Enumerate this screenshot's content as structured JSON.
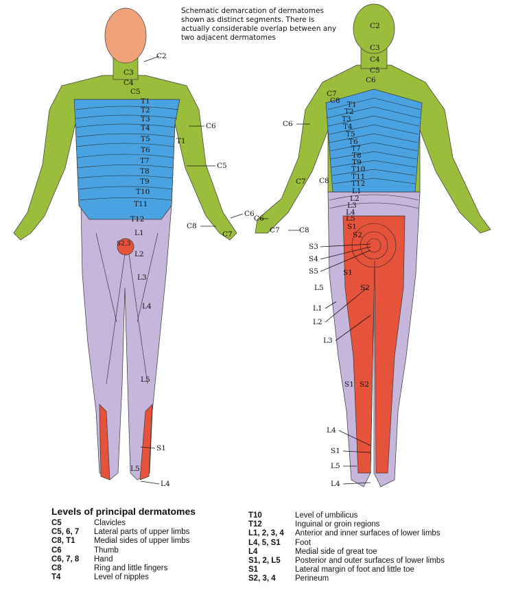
{
  "caption": "Schematic demarcation of dermatomes shown as distinct segments. There is actually considerable overlap between any two adjacent dermatomes",
  "colors": {
    "cervical": "#9bbd3c",
    "thoracic": "#4aa3e0",
    "lumbar": "#c7b6dc",
    "sacral": "#e5533a",
    "skin": "#f0a27a"
  },
  "front_labels": [
    "C2",
    "C3",
    "C4",
    "C5",
    "T1",
    "T2",
    "T3",
    "T4",
    "T5",
    "T6",
    "T7",
    "T8",
    "T9",
    "T10",
    "T11",
    "T12",
    "C6",
    "T1",
    "C5",
    "C6",
    "C8",
    "C7",
    "L1",
    "S2,3",
    "L2",
    "L3",
    "L4",
    "L5",
    "S1",
    "L5",
    "L4"
  ],
  "back_labels": [
    "C2",
    "C3",
    "C4",
    "C5",
    "C6",
    "C7",
    "C8",
    "T1",
    "T2",
    "T3",
    "T4",
    "T5",
    "T6",
    "T7",
    "T8",
    "T9",
    "T10",
    "T11",
    "T12",
    "L1",
    "L2",
    "L3",
    "L4",
    "L5",
    "S1",
    "S2",
    "S3",
    "S4",
    "S5",
    "C6",
    "C7",
    "C8",
    "C6",
    "C7",
    "C8",
    "L5",
    "S1",
    "S2",
    "L1",
    "L2",
    "L3",
    "S1",
    "S2",
    "L4",
    "S1",
    "L5",
    "L4"
  ],
  "legend": {
    "title": "Levels of principal dermatomes",
    "left": [
      {
        "level": "C5",
        "region": "Clavicles"
      },
      {
        "level": "C5, 6, 7",
        "region": "Lateral parts of upper limbs"
      },
      {
        "level": "C8, T1",
        "region": "Medial sides of upper limbs"
      },
      {
        "level": "C6",
        "region": "Thumb"
      },
      {
        "level": "C6, 7, 8",
        "region": "Hand"
      },
      {
        "level": "C8",
        "region": "Ring and little fingers"
      },
      {
        "level": "T4",
        "region": "Level of nipples"
      }
    ],
    "right": [
      {
        "level": "T10",
        "region": "Level of umbilicus"
      },
      {
        "level": "T12",
        "region": "Inguinal or groin regions"
      },
      {
        "level": "L1, 2, 3, 4",
        "region": "Anterior and inner surfaces of lower limbs"
      },
      {
        "level": "L4, 5, S1",
        "region": "Foot"
      },
      {
        "level": "L4",
        "region": "Medial side of great toe"
      },
      {
        "level": "S1, 2, L5",
        "region": "Posterior and outer surfaces of lower limbs"
      },
      {
        "level": "S1",
        "region": "Lateral margin of foot and little toe"
      },
      {
        "level": "S2, 3, 4",
        "region": "Perineum"
      }
    ]
  }
}
